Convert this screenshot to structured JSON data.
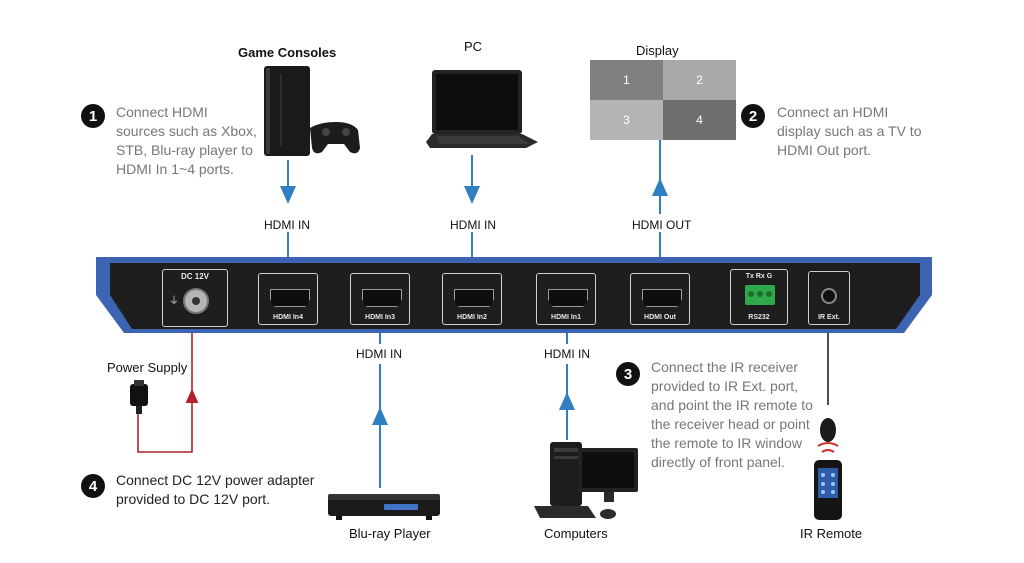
{
  "steps": [
    {
      "number": "1",
      "lines": [
        "Connect HDMI",
        "sources such as Xbox,",
        "STB, Blu-ray player to",
        "HDMI In 1~4 ports."
      ]
    },
    {
      "number": "2",
      "lines": [
        "Connect an HDMI",
        "display such as a TV to",
        "HDMI Out port."
      ]
    },
    {
      "number": "3",
      "lines": [
        "Connect the IR receiver",
        "provided to IR Ext. port,",
        "and point the IR remote to",
        "the receiver head or point",
        "the remote to IR window",
        "directly of front panel."
      ]
    },
    {
      "number": "4",
      "lines": [
        "Connect DC 12V power adapter",
        "provided to DC 12V port."
      ]
    }
  ],
  "devices": {
    "game_consoles": "Game Consoles",
    "pc": "PC",
    "display": "Display",
    "power_supply": "Power Supply",
    "bluray": "Blu-ray Player",
    "computers": "Computers",
    "ir_remote": "IR Remote"
  },
  "display_cells": [
    "1",
    "2",
    "3",
    "4"
  ],
  "connections": {
    "hdmi_in_game": "HDMI IN",
    "hdmi_in_pc": "HDMI IN",
    "hdmi_out": "HDMI OUT",
    "hdmi_in_bluray": "HDMI IN",
    "hdmi_in_computers": "HDMI IN"
  },
  "panel": {
    "dc_label": "DC 12V",
    "ports": [
      "HDMI In4",
      "HDMI In3",
      "HDMI In2",
      "HDMI In1",
      "HDMI Out"
    ],
    "rs232_pins": "Tx Rx G",
    "rs232_label": "RS232",
    "ir_label": "IR Ext."
  },
  "colors": {
    "arrow_blue": "#2f7fc1",
    "power_red": "#b3222a",
    "chassis_blue": "#3d63b3",
    "panel_dark": "#1e1e1e",
    "terminal_green": "#2faa4a"
  }
}
